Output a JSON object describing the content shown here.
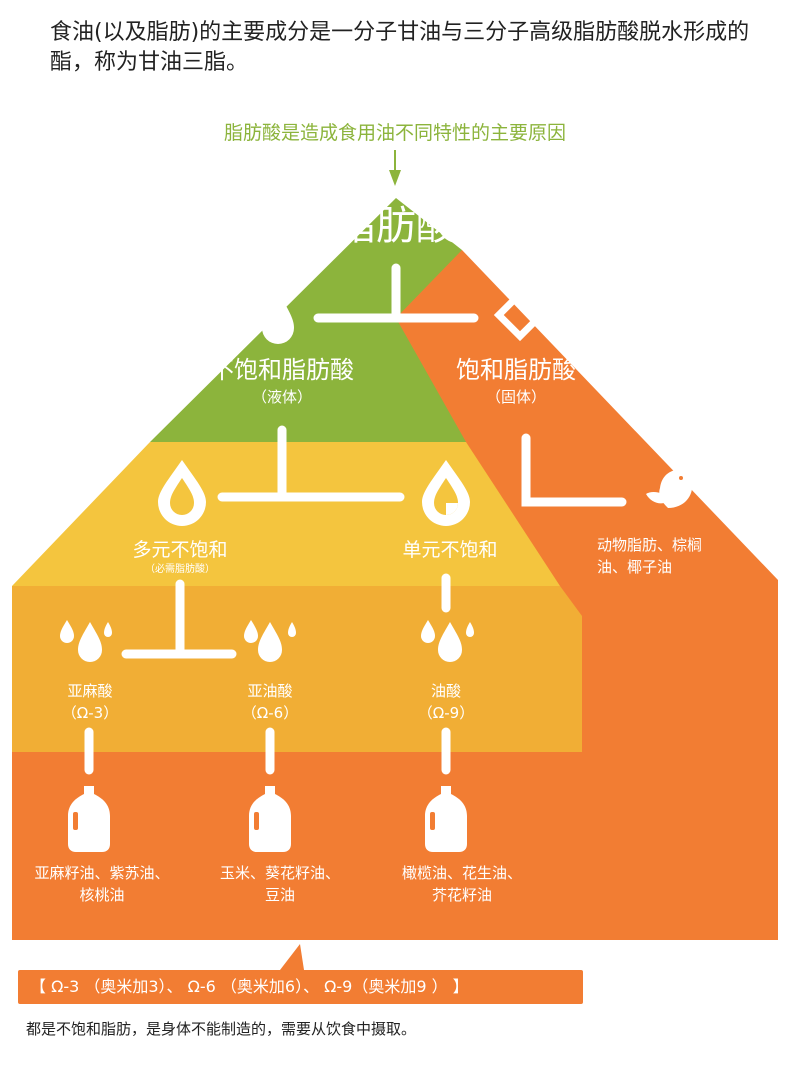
{
  "intro_text": "食油(以及脂肪)的主要成分是一分子甘油与三分子高级脂肪酸脱水形成的酯，称为甘油三脂。",
  "subtitle": "脂肪酸是造成食用油不同特性的主要原因",
  "root": {
    "label": "脂肪酸"
  },
  "unsaturated": {
    "label": "不饱和脂肪酸",
    "sub": "（液体）"
  },
  "saturated": {
    "label": "饱和脂肪酸",
    "sub": "（固体）",
    "examples": [
      "动物脂肪、棕榈",
      "油、椰子油"
    ]
  },
  "poly": {
    "label": "多元不饱和",
    "sub": "（必需脂肪酸）"
  },
  "mono": {
    "label": "单元不饱和"
  },
  "acids": [
    {
      "name": "亚麻酸",
      "omega": "（Ω-3）",
      "oils": [
        "亚麻籽油、紫苏油、",
        "核桃油"
      ]
    },
    {
      "name": "亚油酸",
      "omega": "（Ω-6）",
      "oils": [
        "玉米、葵花籽油、",
        "豆油"
      ]
    },
    {
      "name": "油酸",
      "omega": "（Ω-9）",
      "oils": [
        "橄榄油、花生油、",
        "芥花籽油"
      ]
    }
  ],
  "note": "【 Ω-3 （奥米加3）、 Ω-6 （奥米加6）、 Ω-9（奥米加9 ） 】",
  "footer": "都是不饱和脂肪，是身体不能制造的，需要从饮食中摄取。",
  "colors": {
    "green": "#8cb43c",
    "orange": "#f27d33",
    "yellow": "#f4c53e",
    "amber": "#f1ae35"
  }
}
